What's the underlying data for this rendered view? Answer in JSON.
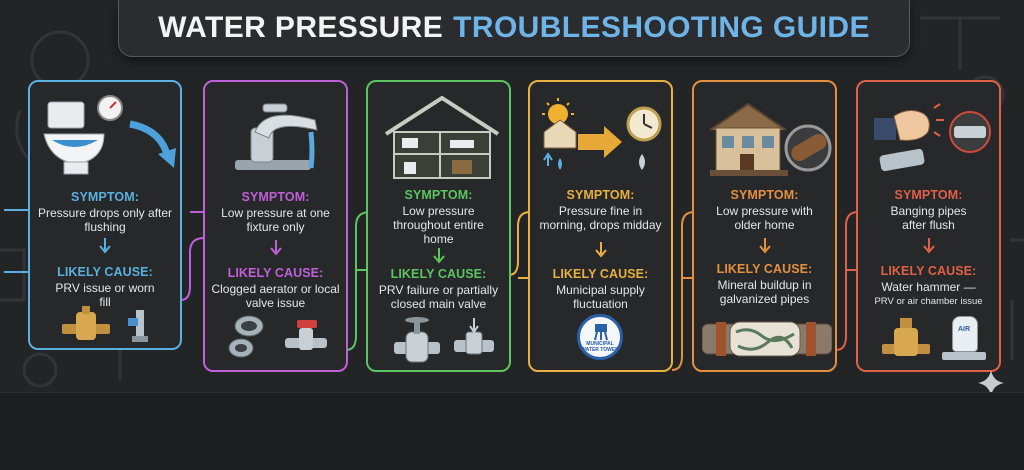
{
  "title": {
    "part1": "WATER PRESSURE",
    "part2": "TROUBLESHOOTING GUIDE"
  },
  "colors": {
    "card1": "#5ab0e0",
    "card2": "#c060d8",
    "card3": "#5cc460",
    "card4": "#e8b040",
    "card5": "#e49040",
    "card6": "#e06048"
  },
  "labels": {
    "symptom": "SYMPTOM:",
    "cause": "LIKELY CAUSE:"
  },
  "cards": [
    {
      "symptom": "Pressure drops only after flushing",
      "cause": "PRV issue or worn fill",
      "icons": [
        "toilet-icon",
        "pressure-gauge-icon",
        "prv-valve-icon",
        "fill-valve-icon"
      ]
    },
    {
      "symptom": "Low pressure at one fixture only",
      "cause": "Clogged aerator or local valve issue",
      "icons": [
        "faucet-icon",
        "aerator-icon",
        "shutoff-valve-icon"
      ]
    },
    {
      "symptom": "Low pressure throughout entire home",
      "cause": "PRV failure or partially closed main valve",
      "icons": [
        "house-cutaway-icon",
        "gate-valve-icon",
        "main-valve-icon"
      ]
    },
    {
      "symptom": "Pressure fine in morning, drops midday",
      "cause": "Municipal supply fluctuation",
      "badge": "MUNICIPAL WATER TOWER",
      "icons": [
        "sun-house-icon",
        "clock-icon",
        "water-drop-icon",
        "water-tower-badge-icon"
      ]
    },
    {
      "symptom": "Low pressure with older home",
      "cause": "Mineral buildup in galvanized pipes",
      "icons": [
        "old-house-icon",
        "pipe-cross-section-icon",
        "corroded-pipe-icon"
      ]
    },
    {
      "symptom": "Banging pipes after flush",
      "cause": "Water hammer —",
      "cause_sub": "PRV or air chamber issue",
      "badge": "AIR",
      "icons": [
        "fist-knock-icon",
        "pipe-elbow-icon",
        "prv-valve-icon",
        "air-chamber-icon"
      ]
    }
  ]
}
